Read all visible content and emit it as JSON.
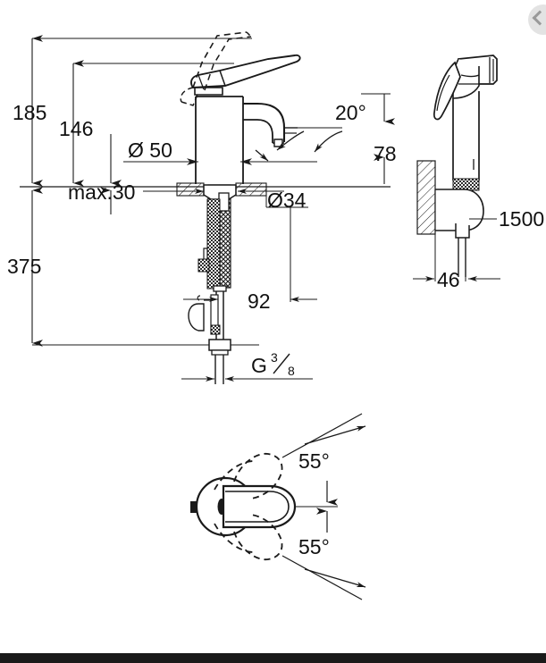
{
  "sheet": {
    "title": "Faucet installation dimension drawing",
    "line_color": "#1a1a1a",
    "background": "#ffffff",
    "bottom_bar_color": "#1a1a1a",
    "carousel_arrow_color": "#e3e3e3"
  },
  "dimensions": {
    "height_total": "185",
    "height_spout": "146",
    "depth_below": "375",
    "spout_diameter": "Ø 50",
    "max_thickness": "max.30",
    "base_diameter": "Ø34",
    "swivel_angle": "20°",
    "spray_height": "78",
    "reach": "92",
    "hose_length": "1500",
    "bracket_depth": "46",
    "thread_main": "G",
    "thread_num": "3",
    "thread_den": "8",
    "lever_angle_upper": "55°",
    "lever_angle_lower": "55°"
  },
  "views": {
    "front_elevation": "front-elevation-faucet",
    "side_sprayer": "side-view-hand-sprayer",
    "plan_lever": "plan-view-lever-swivel"
  },
  "icons": {
    "carousel_prev": "chevron-left-icon"
  }
}
